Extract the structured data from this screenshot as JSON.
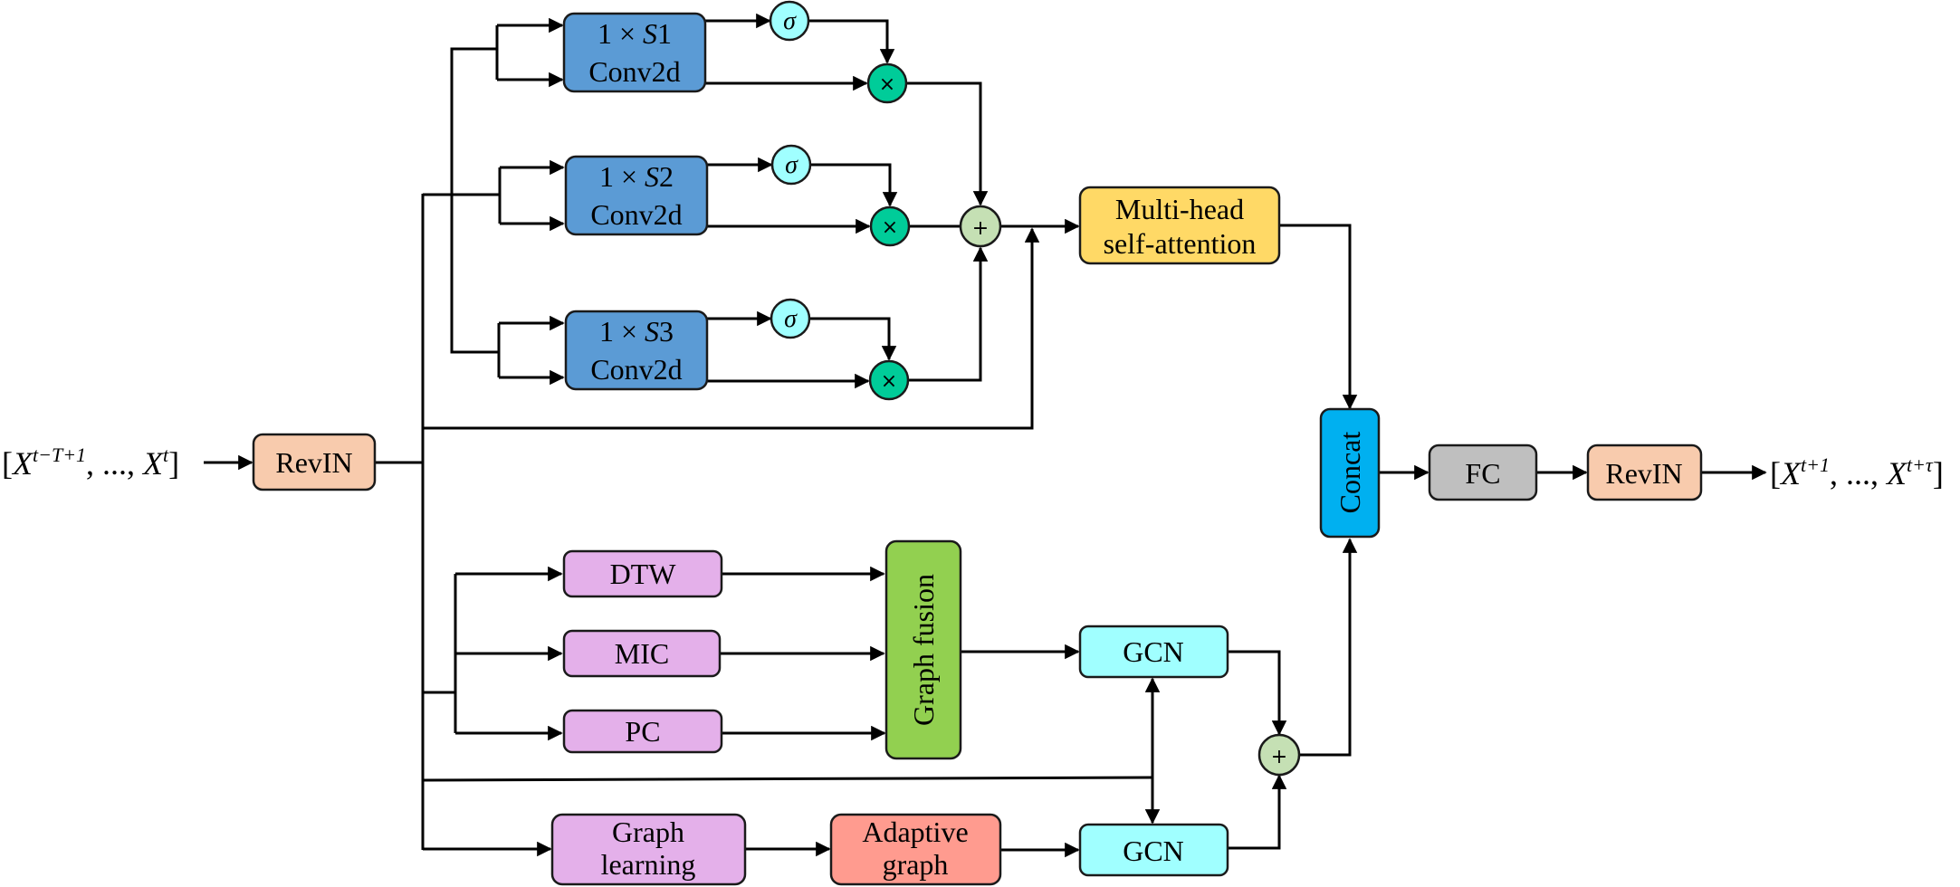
{
  "colors": {
    "revin": "#f8cbad",
    "conv": "#5b9bd5",
    "sigma": "#a0ffff",
    "mult": "#00cc99",
    "plus": "#c5e0b4",
    "attention": "#ffd966",
    "concat": "#00b0f0",
    "fc": "#bfbfbf",
    "graph_module": "#e4b0ea",
    "graph_fusion": "#92d050",
    "adaptive_graph": "#ff9b8f",
    "gcn": "#a0ffff"
  },
  "input": {
    "prefix": "[",
    "var": "X",
    "sup1": "t−T+1",
    "mid": ", ..., ",
    "var2": "X",
    "sup2": "t",
    "suffix": "]"
  },
  "output": {
    "prefix": "[",
    "var": "X",
    "sup1": "t+1",
    "mid": ", ..., ",
    "var2": "X",
    "sup2": "t+τ",
    "suffix": "]"
  },
  "nodes": {
    "revin_in": "RevIN",
    "conv1": {
      "line1_pre": "1 × ",
      "line1_it": "S",
      "line1_post": "1",
      "line2": "Conv2d"
    },
    "conv2": {
      "line1_pre": "1 × ",
      "line1_it": "S",
      "line1_post": "2",
      "line2": "Conv2d"
    },
    "conv3": {
      "line1_pre": "1 × ",
      "line1_it": "S",
      "line1_post": "3",
      "line2": "Conv2d"
    },
    "sigma": "σ",
    "mult": "×",
    "plus": "+",
    "attention": {
      "line1": "Multi-head",
      "line2": "self-attention"
    },
    "concat": "Concat",
    "fc": "FC",
    "revin_out": "RevIN",
    "dtw": "DTW",
    "mic": "MIC",
    "pc": "PC",
    "graph_fusion": "Graph fusion",
    "gcn1": "GCN",
    "gcn2": "GCN",
    "graph_learning": {
      "line1": "Graph",
      "line2": "learning"
    },
    "adaptive_graph": {
      "line1": "Adaptive",
      "line2": "graph"
    }
  }
}
